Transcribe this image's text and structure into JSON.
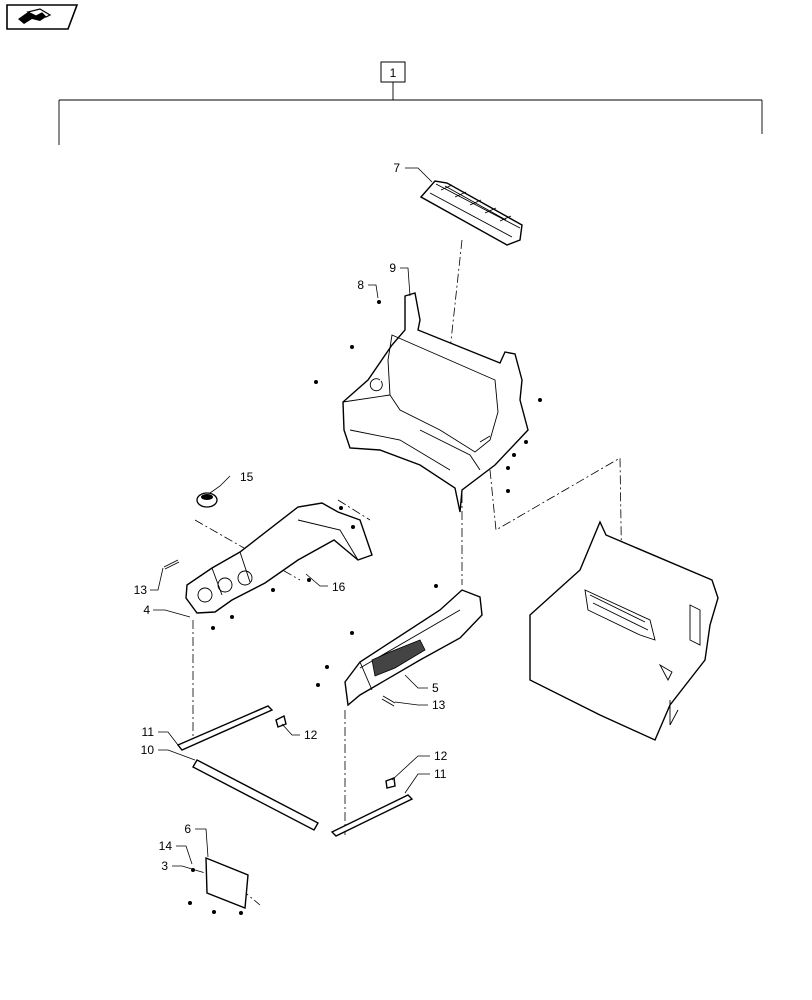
{
  "toolbar": {
    "nav_icon": "page-forward-icon"
  },
  "callouts": {
    "c1": "1",
    "c3": "3",
    "c4": "4",
    "c5": "5",
    "c6": "6",
    "c7": "7",
    "c8": "8",
    "c9": "9",
    "c10": "10",
    "c11a": "11",
    "c11b": "11",
    "c12a": "12",
    "c12b": "12",
    "c13a": "13",
    "c13b": "13",
    "c14": "14",
    "c15": "15",
    "c16": "16"
  }
}
